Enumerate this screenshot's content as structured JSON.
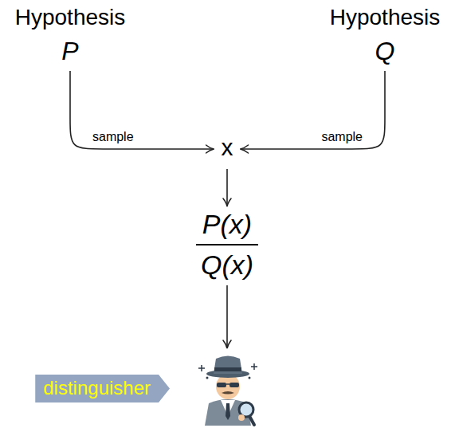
{
  "diagram": {
    "nodes": [
      {
        "text": [
          "Hypothesis",
          "P"
        ]
      },
      {
        "text": [
          "Hypothesis",
          "Q"
        ]
      },
      {
        "text": [
          "x"
        ]
      },
      {
        "text": [
          "P(x)",
          "Q(x)"
        ]
      },
      {
        "text": [
          "distinguisher"
        ]
      }
    ],
    "edges": [
      {
        "from": 0,
        "to": 2,
        "arrow": "to",
        "label": "sample"
      },
      {
        "from": 1,
        "to": 2,
        "arrow": "to",
        "label": "sample"
      },
      {
        "from": 2,
        "to": 3,
        "arrow": "to"
      },
      {
        "from": 3,
        "to": 4,
        "arrow": "to"
      }
    ]
  }
}
